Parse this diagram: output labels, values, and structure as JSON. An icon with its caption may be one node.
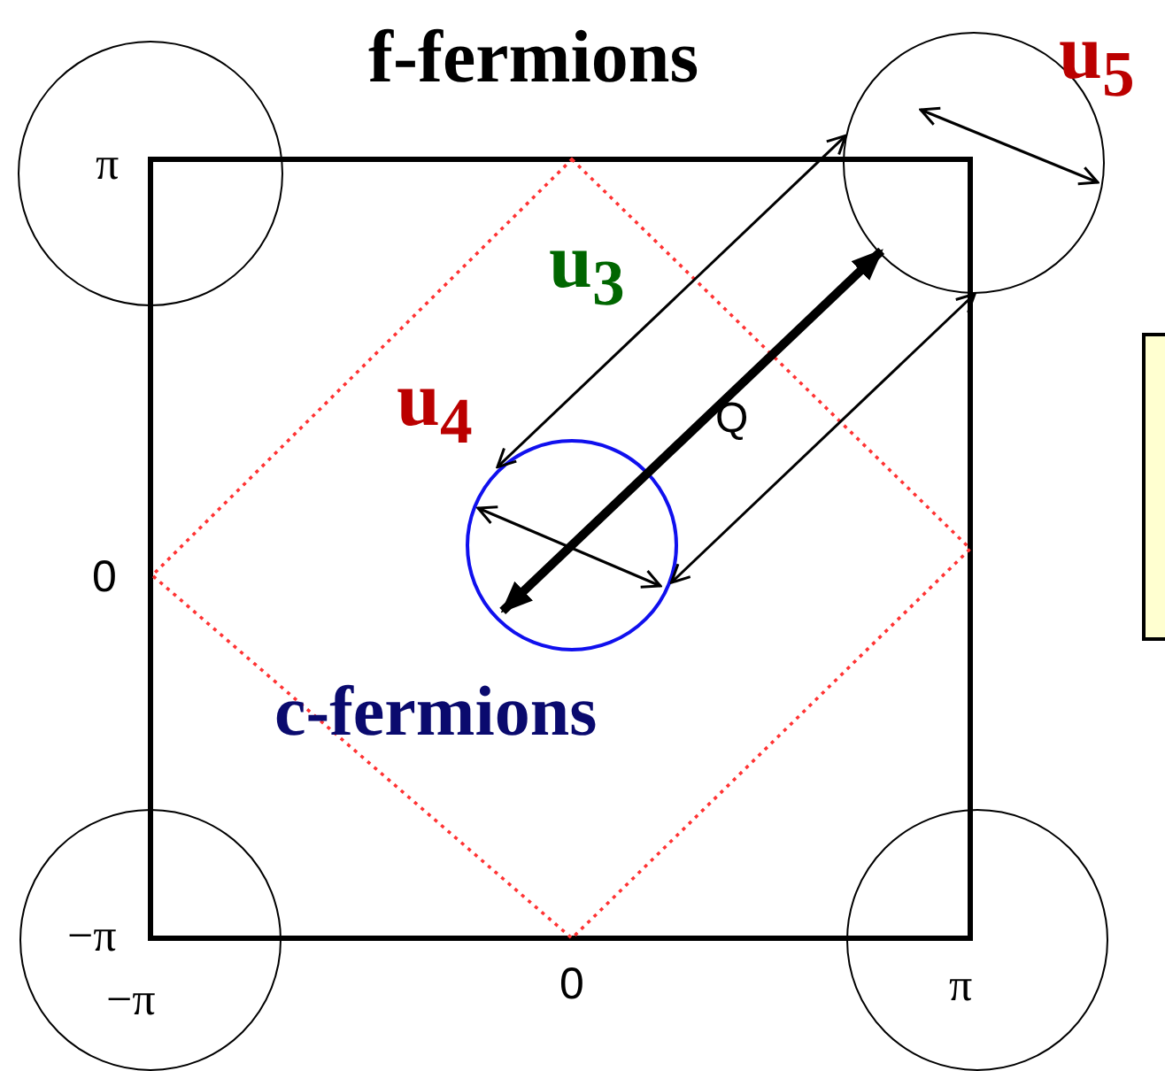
{
  "diagram": {
    "nodes": [
      {
        "text": [],
        "shape": "circle"
      },
      {
        "text": [],
        "shape": "circle"
      },
      {
        "text": [],
        "shape": "box"
      },
      {
        "text": [],
        "shape": "circle",
        "beside": [
          "c-fermions"
        ]
      },
      {
        "text": [],
        "shape": "circle"
      },
      {
        "text": [],
        "shape": "circle"
      }
    ],
    "edges": [
      {
        "from": 3,
        "to": 1,
        "arrow": "both",
        "label": "u$_{3}$"
      },
      {
        "from": 3,
        "to": 1,
        "arrow": "both",
        "label": "Q",
        "style": "thick"
      },
      {
        "from": 3,
        "to": 1,
        "arrow": "both"
      }
    ],
    "labels": [
      "f-fermions",
      "u$_{5}$",
      "π",
      "u$_{4}$",
      "0",
      "−π",
      "−π",
      "0",
      "π"
    ]
  }
}
